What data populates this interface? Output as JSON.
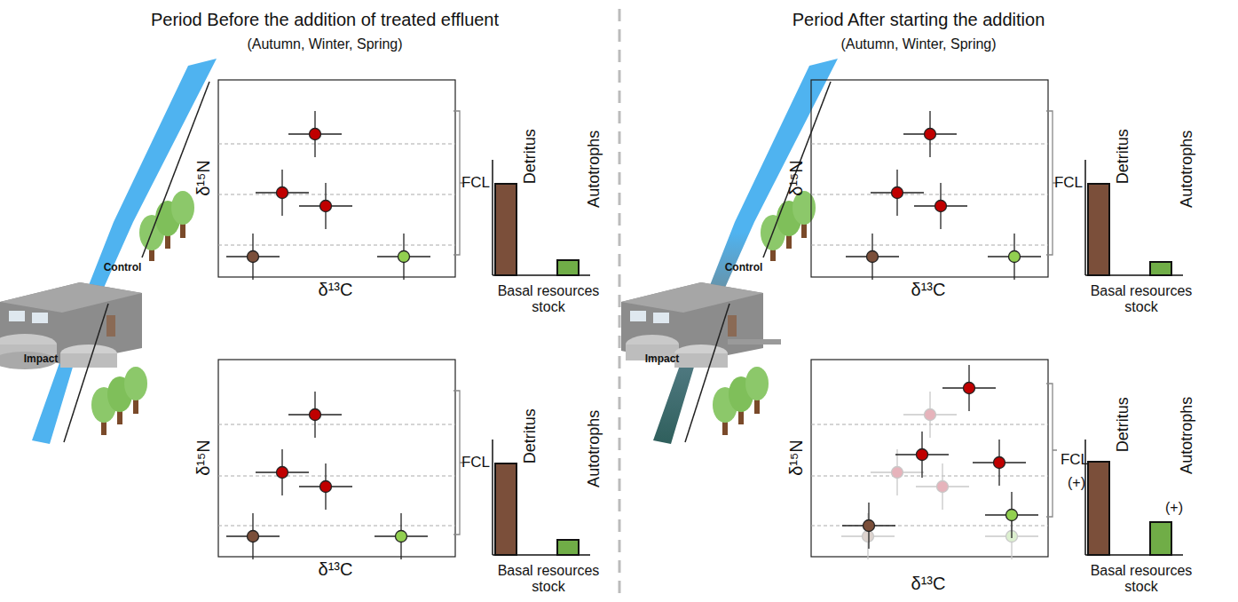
{
  "diagram": {
    "labels": [
      "Period Before the addition of treated effluent",
      "(Autumn, Winter, Spring)",
      "Period After starting the addition",
      "(Autumn, Winter, Spring)",
      "δ¹⁵N",
      "δ¹³C",
      "FCL",
      "Detritus",
      "Autotrophs",
      "Basal resources stock",
      "Control",
      "δ¹⁵N",
      "δ¹³C",
      "FCL",
      "Detritus",
      "Autotrophs",
      "Basal resources stock",
      "Impact",
      "δ¹⁵N",
      "δ¹³C",
      "FCL",
      "Detritus",
      "Autotrophs",
      "Basal resources stock",
      "Control",
      "δ¹⁵N",
      "δ¹³C",
      "FCL",
      "(+)",
      "Detritus",
      "Autotrophs",
      "(+)",
      "Basal resources stock",
      "Impact"
    ]
  }
}
